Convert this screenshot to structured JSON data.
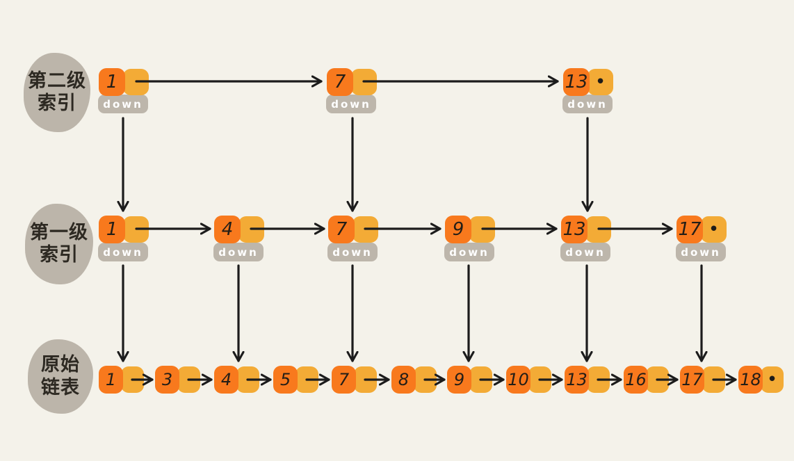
{
  "diagram": "skip-list",
  "down_label": "down",
  "null_marker": "•",
  "colors": {
    "background": "#f4f2ea",
    "value_cell": "#f8791d",
    "pointer_cell": "#f3ab36",
    "label_blob": "#bcb5aa",
    "down_badge": "#bdb6ab",
    "ink": "#1c1c1c",
    "down_text": "#ffffff"
  },
  "rows": [
    {
      "name": "second-level-index",
      "label": [
        "第二级",
        "索引"
      ],
      "nodes": [
        {
          "value": "1"
        },
        {
          "value": "7"
        },
        {
          "value": "13",
          "pointer": "•"
        }
      ]
    },
    {
      "name": "first-level-index",
      "label": [
        "第一级",
        "索引"
      ],
      "nodes": [
        {
          "value": "1"
        },
        {
          "value": "4"
        },
        {
          "value": "7"
        },
        {
          "value": "9"
        },
        {
          "value": "13"
        },
        {
          "value": "17",
          "pointer": "•"
        }
      ]
    },
    {
      "name": "original-linked-list",
      "label": [
        "原始",
        "链表"
      ],
      "nodes": [
        {
          "value": "1"
        },
        {
          "value": "3"
        },
        {
          "value": "4"
        },
        {
          "value": "5"
        },
        {
          "value": "7"
        },
        {
          "value": "8"
        },
        {
          "value": "9"
        },
        {
          "value": "10"
        },
        {
          "value": "13"
        },
        {
          "value": "16"
        },
        {
          "value": "17"
        },
        {
          "value": "18",
          "pointer": "•"
        }
      ]
    }
  ]
}
